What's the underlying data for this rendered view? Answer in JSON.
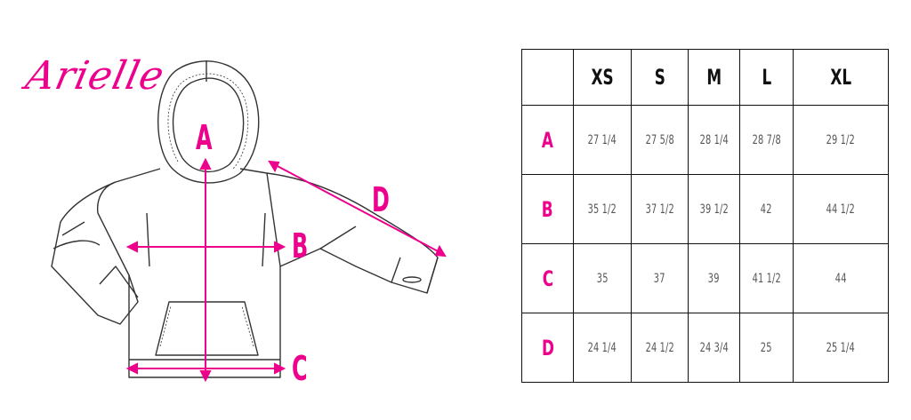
{
  "brand": "Arielle",
  "dimension_labels": {
    "a": "A",
    "b": "B",
    "c": "C",
    "d": "D"
  },
  "colors": {
    "accent": "#ec008c",
    "line": "#333333",
    "text": "#111111"
  },
  "table": {
    "headers": [
      "",
      "XS",
      "S",
      "M",
      "L",
      "XL"
    ],
    "rows": [
      {
        "label": "A",
        "values": [
          "27 1/4",
          "27 5/8",
          "28 1/4",
          "28 7/8",
          "29 1/2"
        ]
      },
      {
        "label": "B",
        "values": [
          "35 1/2",
          "37 1/2",
          "39 1/2",
          "42",
          "44 1/2"
        ]
      },
      {
        "label": "C",
        "values": [
          "35",
          "37",
          "39",
          "41 1/2",
          "44"
        ]
      },
      {
        "label": "D",
        "values": [
          "24 1/4",
          "24 1/2",
          "24 3/4",
          "25",
          "25 1/4"
        ]
      }
    ]
  }
}
